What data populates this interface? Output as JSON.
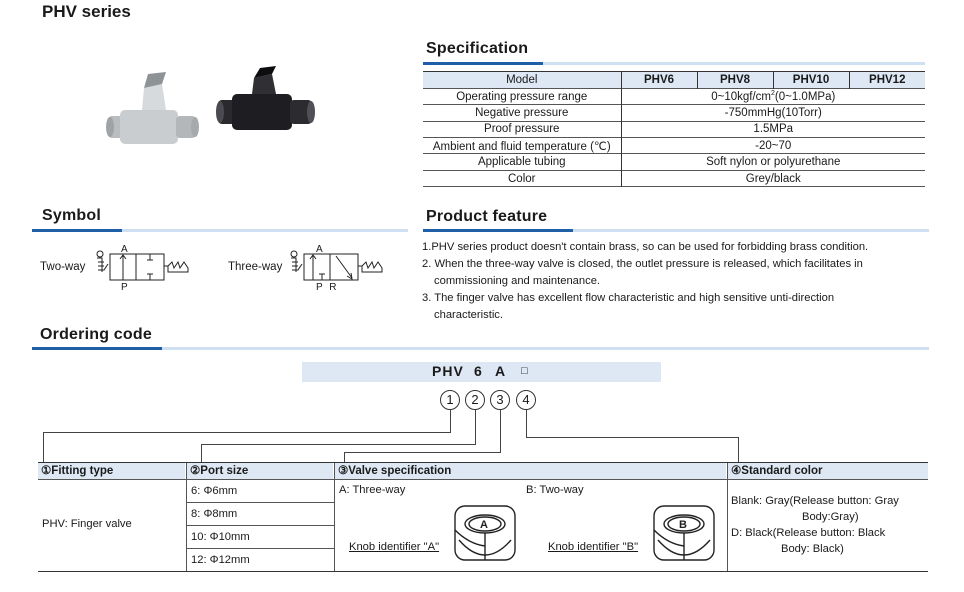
{
  "page": {
    "title": "PHV series"
  },
  "spec": {
    "heading": "Specification",
    "columns": [
      "Model",
      "PHV6",
      "PHV8",
      "PHV10",
      "PHV12"
    ],
    "rows": [
      {
        "label": "Operating pressure range",
        "value": "0~10kgf/cm²(0~1.0MPa)"
      },
      {
        "label": "Negative pressure",
        "value": "-750mmHg(10Torr)"
      },
      {
        "label": "Proof pressure",
        "value": "1.5MPa"
      },
      {
        "label": "Ambient and fluid temperature (℃)",
        "value": "-20~70"
      },
      {
        "label": "Applicable tubing",
        "value": "Soft nylon or polyurethane"
      },
      {
        "label": "Color",
        "value": "Grey/black"
      }
    ]
  },
  "symbol": {
    "heading": "Symbol",
    "two_way": {
      "label": "Two-way",
      "port_top": "A",
      "port_bottom": "P"
    },
    "three_way": {
      "label": "Three-way",
      "port_top": "A",
      "port_bottom": "P R"
    }
  },
  "feature": {
    "heading": "Product feature",
    "lines": [
      "1.PHV series product doesn't contain brass, so can be used for forbidding brass condition.",
      "2. When the three-way valve is closed, the outlet pressure is released, which facilitates in",
      "commissioning and maintenance.",
      "3. The finger valve has excellent flow characteristic and high sensitive unti-direction",
      "characteristic."
    ]
  },
  "ordering": {
    "heading": "Ordering code",
    "code": {
      "p1": "PHV",
      "p2": "6",
      "p3": "A",
      "p4": "□"
    },
    "circles": [
      "1",
      "2",
      "3",
      "4"
    ],
    "headers": {
      "fitting": "①Fitting type",
      "port": "②Port size",
      "valve": "③Valve specification",
      "color": "④Standard color"
    },
    "fitting_value": "PHV: Finger valve",
    "ports": [
      "6: Φ6mm",
      "8: Φ8mm",
      "10: Φ10mm",
      "12: Φ12mm"
    ],
    "valve_a": {
      "label": "A: Three-way",
      "knob": "Knob identifier \"A\"",
      "letter": "A"
    },
    "valve_b": {
      "label": "B: Two-way",
      "knob": "Knob identifier \"B\"",
      "letter": "B"
    },
    "colors": {
      "blank_1": "Blank: Gray(Release button: Gray",
      "blank_2": "Body:Gray)",
      "d_1": "D: Black(Release button: Black",
      "d_2": "Body: Black)"
    }
  }
}
